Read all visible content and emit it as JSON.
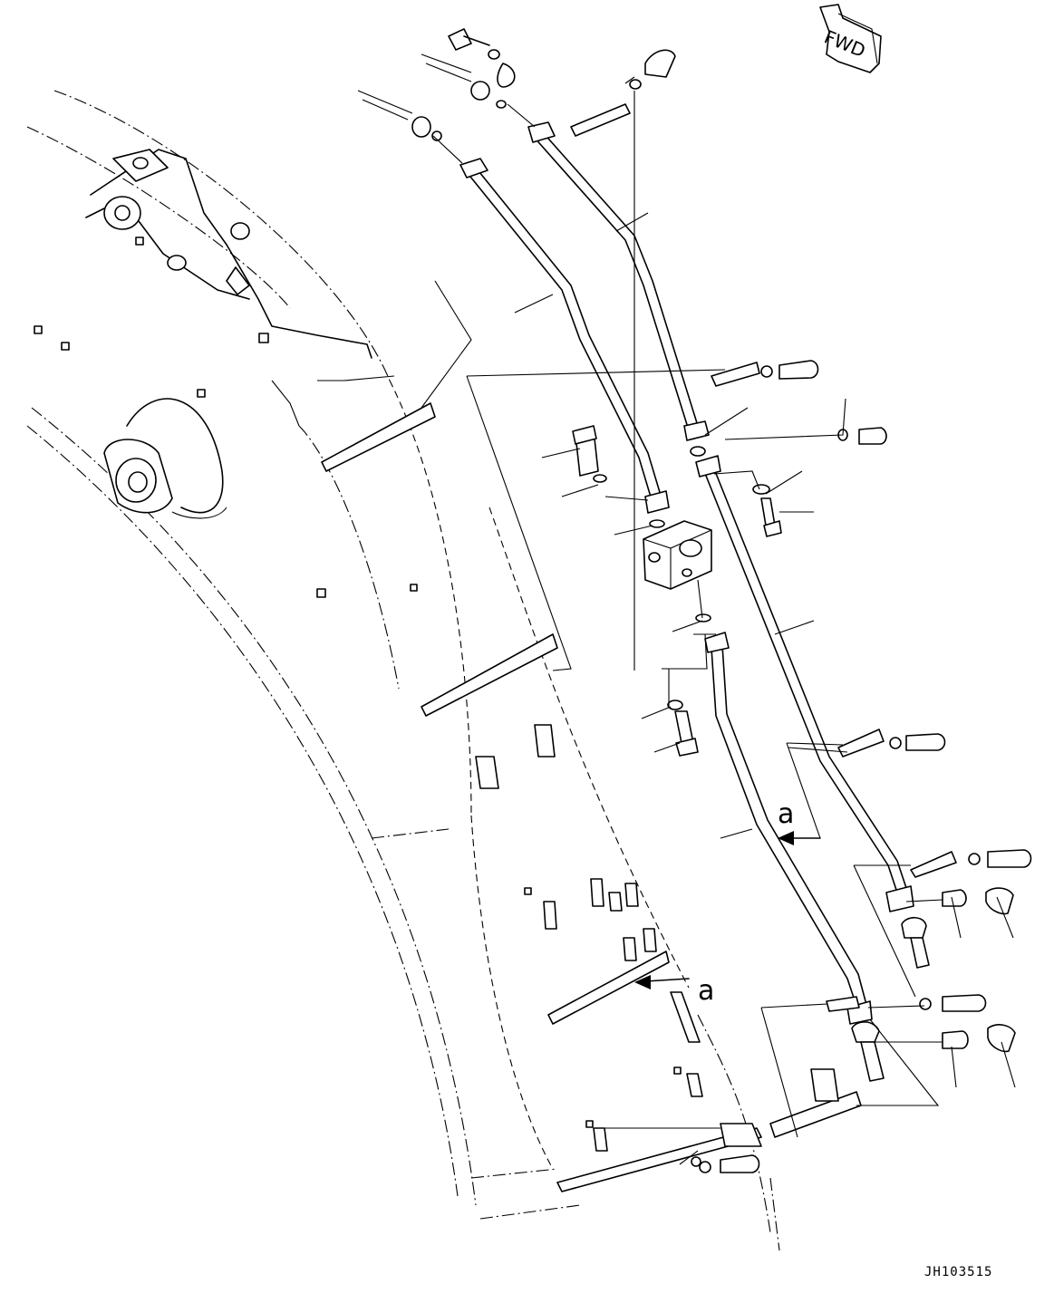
{
  "diagram": {
    "orientation_badge": {
      "text": "FWD",
      "icon": "direction-arrow-icon"
    },
    "detail_labels": [
      "a",
      "a"
    ],
    "drawing_code": "JH103515"
  }
}
